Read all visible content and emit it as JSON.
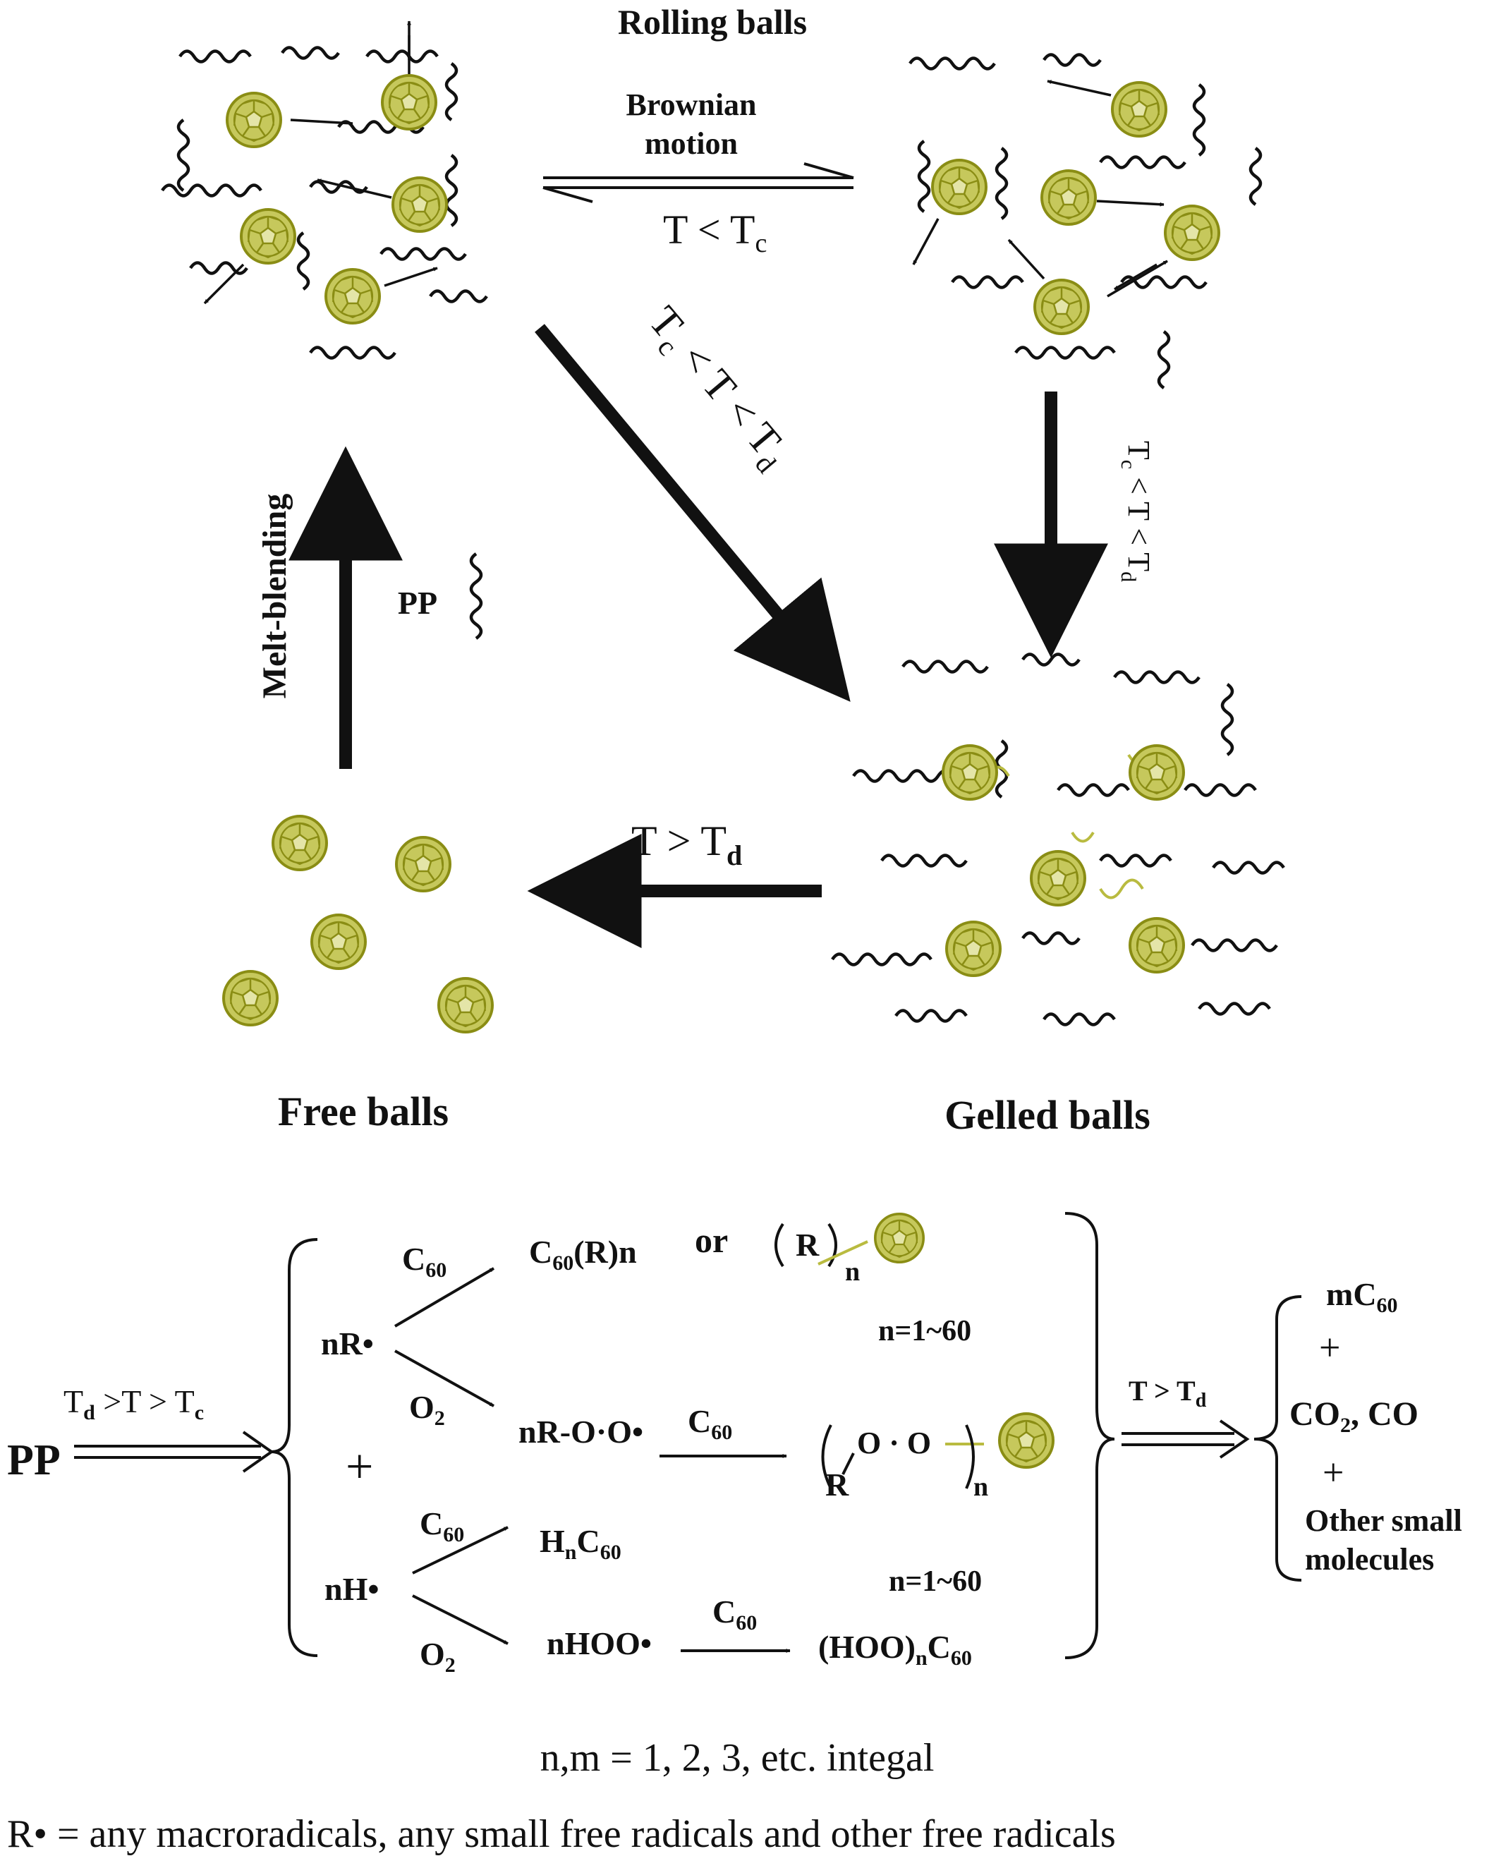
{
  "cycle": {
    "rolling_title": "Rolling balls",
    "brownian_line1": "Brownian",
    "brownian_line2": "motion",
    "t_lt_tc": {
      "main": "T < T",
      "sub": "c"
    },
    "diag_condition": {
      "p1": "T",
      "s1": "c",
      "p2": " < T < T",
      "s2": "d"
    },
    "right_condition": {
      "p1": "T",
      "s1": "c",
      "p2": " < T < T",
      "s2": "d"
    },
    "melt_blending": "Melt-blending",
    "pp_label": "PP",
    "t_gt_td": {
      "main": "T > T",
      "sub": "d"
    },
    "free_title": "Free balls",
    "gelled_title": "Gelled balls"
  },
  "scheme": {
    "pp": "PP",
    "cond_in": {
      "p1": "T",
      "s1": "d",
      "p2": " >T > T",
      "s2": "c"
    },
    "plus": "+",
    "nr": "nR•",
    "nh": "nH•",
    "c60_top": {
      "p": "C",
      "s": "60"
    },
    "o2_top": {
      "p": "O",
      "s": "2"
    },
    "c60_r_n": {
      "p1": "C",
      "s1": "60",
      "p2": "(R)n"
    },
    "or": "or",
    "r_n_ball": {
      "r": "R",
      "n": "n"
    },
    "n_range_1": "n=1~60",
    "nr_oo": "nR-O·O•",
    "c60_mid": {
      "p": "C",
      "s": "60"
    },
    "roo_bracket": {
      "r": "R",
      "o": "O · O",
      "n": "n"
    },
    "c60_h": {
      "p": "C",
      "s": "60"
    },
    "hn_c60": {
      "p1": "H",
      "s1": "n",
      "p2": "C",
      "s2": "60"
    },
    "n_range_2": "n=1~60",
    "o2_bottom": {
      "p": "O",
      "s": "2"
    },
    "nhoo": "nHOO•",
    "c60_hoo": {
      "p": "C",
      "s": "60"
    },
    "hoo_c60": {
      "p1": "(HOO)",
      "s1": "n",
      "p2": "C",
      "s2": "60"
    },
    "cond_out": {
      "p1": "T > T",
      "s1": "d"
    },
    "mc60": {
      "p": "mC",
      "s": "60"
    },
    "plus2": "+",
    "co2_co": {
      "p1": "CO",
      "s1": "2",
      "p2": ", CO"
    },
    "plus3": "+",
    "other_small_1": "Other small",
    "other_small_2": "molecules"
  },
  "footer": {
    "line1": "n,m = 1, 2, 3, etc. integal",
    "line2": "R•  = any macroradicals, any small free radicals and other free radicals"
  }
}
